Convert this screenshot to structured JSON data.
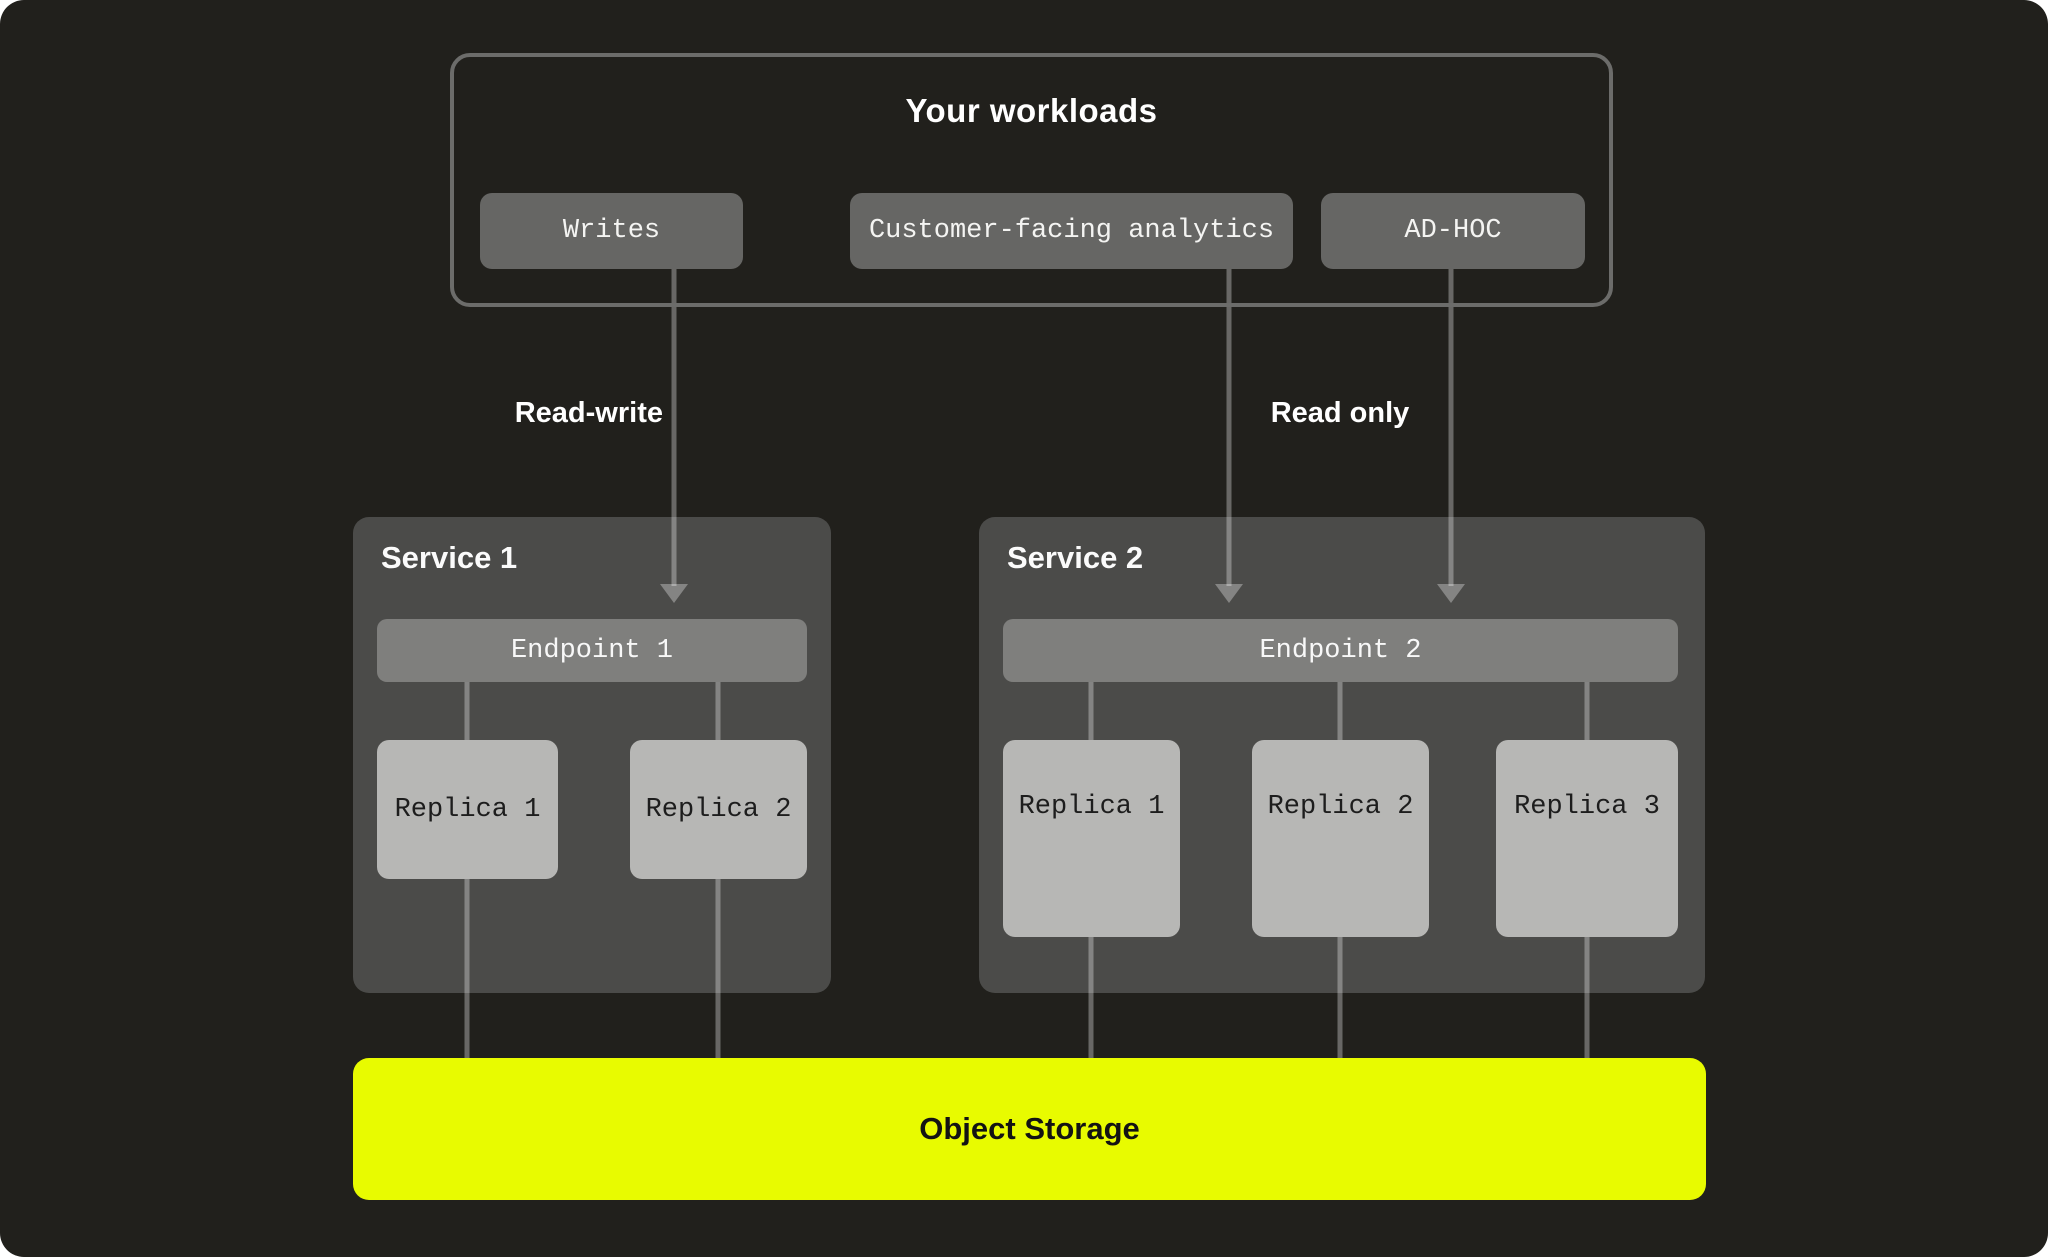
{
  "diagram": {
    "workloads": {
      "title": "Your workloads",
      "items": [
        "Writes",
        "Customer-facing analytics",
        "AD-HOC"
      ]
    },
    "flow_labels": {
      "read_write": "Read-write",
      "read_only": "Read only"
    },
    "services": [
      {
        "title": "Service 1",
        "endpoint": "Endpoint 1",
        "replicas": [
          "Replica 1",
          "Replica 2"
        ]
      },
      {
        "title": "Service 2",
        "endpoint": "Endpoint 2",
        "replicas": [
          "Replica 1",
          "Replica 2",
          "Replica 3"
        ]
      }
    ],
    "storage": {
      "label": "Object Storage"
    },
    "colors": {
      "background": "#21201c",
      "frame_border": "#6c6c6a",
      "workload_pill": "#666664",
      "service_box": "#4b4b49",
      "endpoint_bar": "#7f7f7d",
      "replica_box": "#b7b7b5",
      "connector": "#6f6f6d",
      "storage_accent": "#e8fb00"
    }
  }
}
